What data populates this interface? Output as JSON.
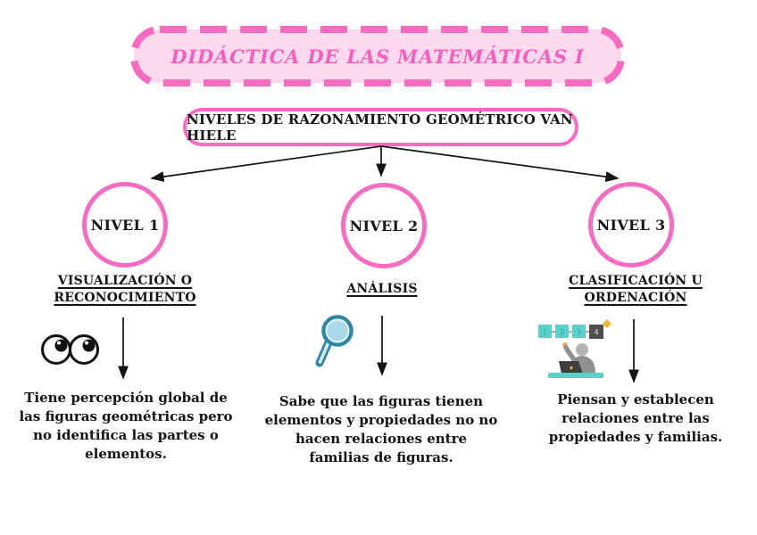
{
  "title": "DIDÁCTICA DE LAS MATEMÁTICAS I",
  "subtitle": "NIVELES DE RAZONAMIENTO GEOMÉTRICO VAN HIELE",
  "colors": {
    "pink": "#F96BC1",
    "pink_light": "#FCD9EC",
    "title_pink": "#F85EBE",
    "text": "#141414",
    "magnifier_teal": "#2E86A5",
    "magnifier_lens": "#ABD9EC",
    "icon_teal": "#58D1CA",
    "icon_gray": "#8F8F8F",
    "icon_dark": "#4A4A4A",
    "icon_orange": "#F7B32B"
  },
  "levels": [
    {
      "circle_label": "NIVEL 1",
      "heading": "VISUALIZACIÓN O RECONOCIMIENTO",
      "icon": "eyes-icon",
      "description": "Tiene percepción global de las figuras geométricas pero no identifica las partes o elementos."
    },
    {
      "circle_label": "NIVEL 2",
      "heading": "ANÁLISIS",
      "icon": "magnifier-icon",
      "description": "Sabe que las figuras tienen elementos y propiedades no no hacen relaciones entre familias de figuras."
    },
    {
      "circle_label": "NIVEL 3",
      "heading": "CLASIFICACIÓN U ORDENACIÓN",
      "icon": "person-sorting-icon",
      "description": "Piensan y establecen relaciones entre las propiedades y familias."
    }
  ]
}
